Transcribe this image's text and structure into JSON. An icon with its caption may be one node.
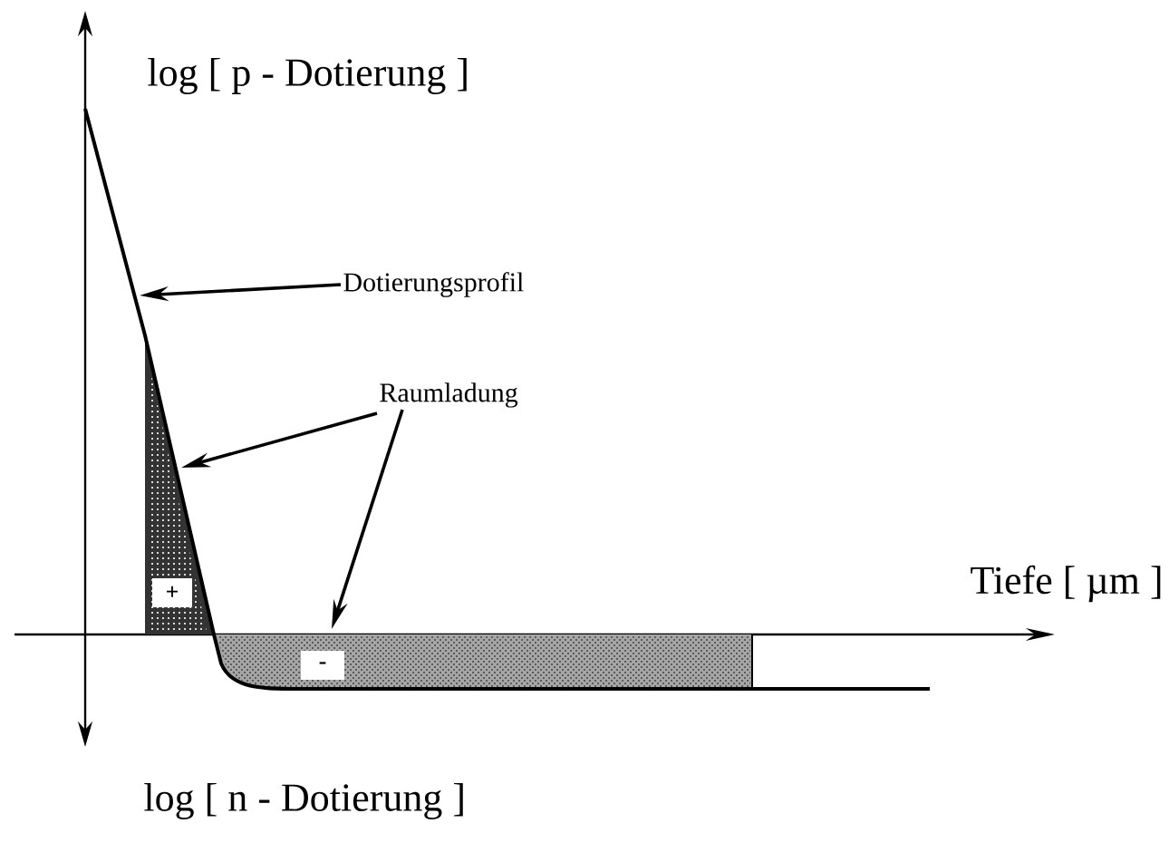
{
  "diagram": {
    "nodes": [
      {
        "text": [
          "Dotierungsprofil"
        ]
      },
      {
        "text": [
          "Raumladung"
        ]
      },
      {
        "text": [
          "+"
        ]
      },
      {
        "text": [
          "-"
        ]
      }
    ],
    "edges": [
      {
        "from": 0,
        "to": null,
        "arrow": "to"
      },
      {
        "from": 1,
        "to": 2,
        "arrow": "to"
      },
      {
        "from": 1,
        "to": 3,
        "arrow": "to"
      }
    ],
    "labels": [
      "log [ p - Dotierung ]",
      "Tiefe [ µm ]",
      "log [ n - Dotierung ]"
    ]
  }
}
